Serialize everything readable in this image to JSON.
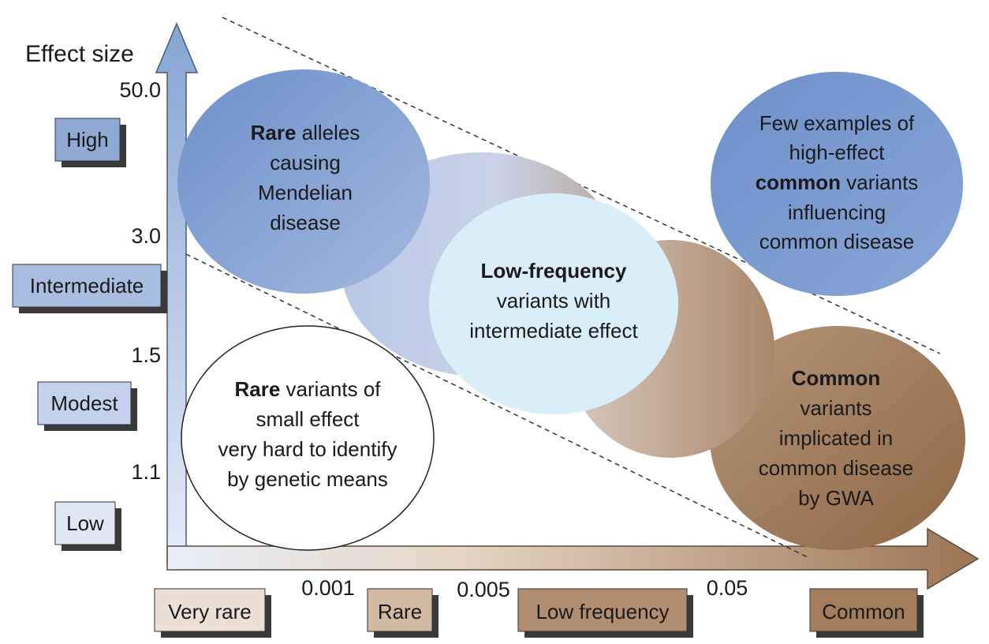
{
  "y_axis": {
    "title": "Effect size",
    "ticks": [
      "50.0",
      "3.0",
      "1.5",
      "1.1"
    ],
    "categories": [
      "High",
      "Intermediate",
      "Modest",
      "Low"
    ]
  },
  "x_axis": {
    "ticks": [
      "0.001",
      "0.005",
      "0.05"
    ],
    "categories": [
      "Very rare",
      "Rare",
      "Low frequency",
      "Common"
    ]
  },
  "bubbles": {
    "rare_mendelian": {
      "bold": "Rare",
      "line1_rest": " alleles",
      "line2": "causing",
      "line3": "Mendelian",
      "line4": "disease"
    },
    "high_effect_common": {
      "line1": "Few examples of",
      "line2": "high-effect",
      "bold": "common",
      "line3_rest": " variants",
      "line4": "influencing",
      "line5": "common disease"
    },
    "low_frequency": {
      "bold": "Low-frequency",
      "line2": "variants with",
      "line3": "intermediate effect"
    },
    "rare_small": {
      "bold": "Rare",
      "line1_rest": " variants of",
      "line2": "small effect",
      "line3": "very hard to identify",
      "line4": "by genetic means"
    },
    "common_gwa": {
      "bold": "Common",
      "line2": "variants",
      "line3": "implicated in",
      "line4": "common disease",
      "line5": "by GWA"
    }
  },
  "colors": {
    "high": "#8fa9d4",
    "intermediate": "#a9bde0",
    "modest": "#c3d1ec",
    "low": "#dfe7f6",
    "very_rare": "#ece0d5",
    "rare": "#d2b9a4",
    "low_frequency": "#b18e72",
    "common": "#a37d5c"
  }
}
